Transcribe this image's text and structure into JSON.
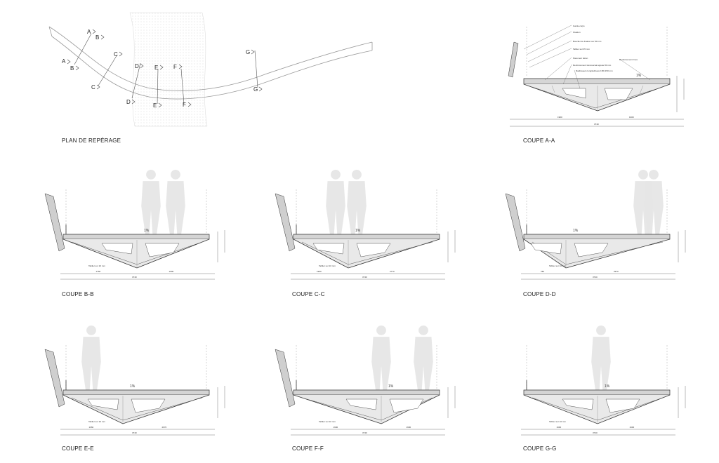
{
  "plan": {
    "caption": "PLAN DE REPÉRAGE",
    "markers": [
      "A",
      "B",
      "C",
      "D",
      "E",
      "F",
      "G"
    ]
  },
  "sections": [
    {
      "id": "aa",
      "caption": "COUPE A-A",
      "slope": "1%",
      "notes": [
        "Garde-corps",
        "Fixation",
        "Bouclier de fixation sur 80 mm",
        "Tablier sur 95 mm",
        "Parement béton",
        "Renforcement transversal appuie 80 mm",
        "Raidisseurs longitudinaux 150×150 mm",
        "Renforcement rives"
      ],
      "dims": [
        "1900",
        "1900",
        "3740"
      ]
    },
    {
      "id": "bb",
      "caption": "COUPE B-B",
      "slope": "1%",
      "notes": [
        "Tablier sur 10 mm"
      ],
      "dims": [
        "1760",
        "1900",
        "3740"
      ]
    },
    {
      "id": "cc",
      "caption": "COUPE C-C",
      "slope": "1%",
      "notes": [
        "Tablier sur 10 mm"
      ],
      "dims": [
        "1900",
        "2770",
        "3740"
      ]
    },
    {
      "id": "dd",
      "caption": "COUPE D-D",
      "slope": "1%",
      "notes": [
        "Tablier sur 10 mm"
      ],
      "dims": [
        "780",
        "2970",
        "3740"
      ]
    },
    {
      "id": "ee",
      "caption": "COUPE E-E",
      "slope": "1%",
      "notes": [
        "Tablier sur 10 mm"
      ],
      "dims": [
        "1060",
        "2670",
        "3740"
      ]
    },
    {
      "id": "ff",
      "caption": "COUPE F-F",
      "slope": "1%",
      "notes": [
        "Tablier sur 10 mm"
      ],
      "dims": [
        "1900",
        "1900",
        "3740"
      ]
    },
    {
      "id": "gg",
      "caption": "COUPE G-G",
      "slope": "1%",
      "notes": [
        "Tablier sur 10 mm"
      ],
      "dims": [
        "1900",
        "1900",
        "3740"
      ]
    }
  ]
}
